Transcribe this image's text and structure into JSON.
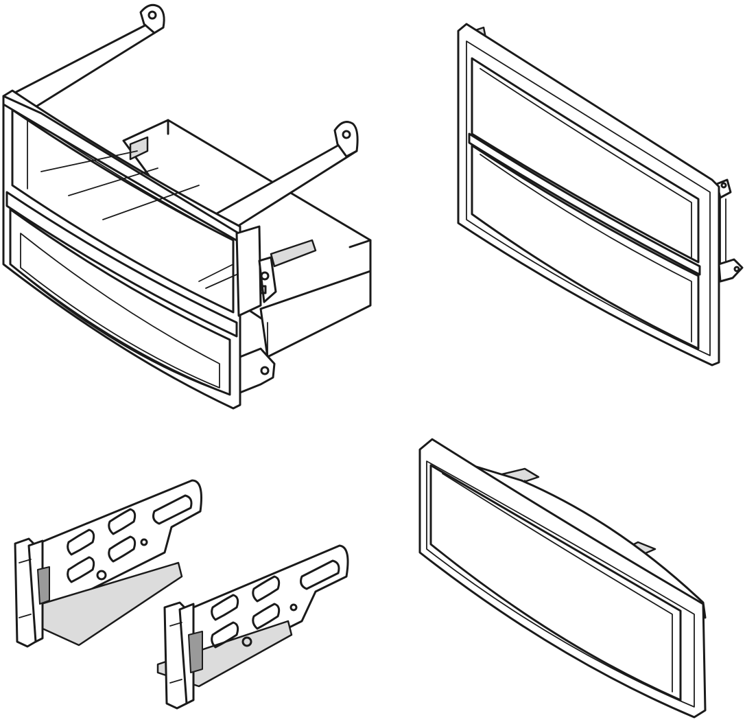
{
  "diagram": {
    "parts": [
      {
        "id": "main-bracket-pocket",
        "icon": "dash-kit-main-bracket-icon"
      },
      {
        "id": "double-din-trim-bezel",
        "icon": "double-din-bezel-icon"
      },
      {
        "id": "side-mounting-brackets",
        "icon": "side-bracket-pair-icon"
      },
      {
        "id": "single-din-trim-bezel",
        "icon": "single-din-bezel-icon"
      }
    ],
    "colors": {
      "line": "#1a1a1a",
      "background": "#ffffff",
      "shade": "#dcdcdc"
    }
  }
}
